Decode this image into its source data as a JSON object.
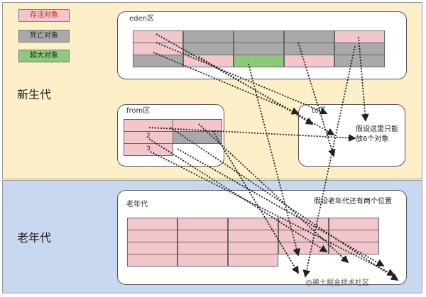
{
  "legend": {
    "live": "存活对象",
    "dead": "死亡对象",
    "big": "超大对象"
  },
  "young_gen_label": "新生代",
  "old_gen_label": "老年代",
  "eden": {
    "title": "eden区",
    "grid": [
      [
        "live",
        "dead",
        "dead",
        "dead",
        "live"
      ],
      [
        "live",
        "dead",
        "dead",
        "dead",
        "dead"
      ],
      [
        "dead",
        "live",
        "big",
        "live",
        "dead"
      ]
    ]
  },
  "from": {
    "title": "from区",
    "cells": [
      {
        "label": "",
        "state": "live"
      },
      {
        "label": "2",
        "state": "live"
      },
      {
        "label": "3",
        "state": "live"
      }
    ]
  },
  "to": {
    "title": "to区",
    "note": "假设这里只能放6个对象"
  },
  "tenured": {
    "title": "老年代",
    "note": "假设老年代还有两个位置"
  },
  "watermark": "@稀土掘金技术社区",
  "colors": {
    "live": "#f2c6cb",
    "dead": "#a9a9a9",
    "big": "#8dc97a",
    "young_bg": "#fdf0c9",
    "old_bg": "#c9d8f1"
  }
}
